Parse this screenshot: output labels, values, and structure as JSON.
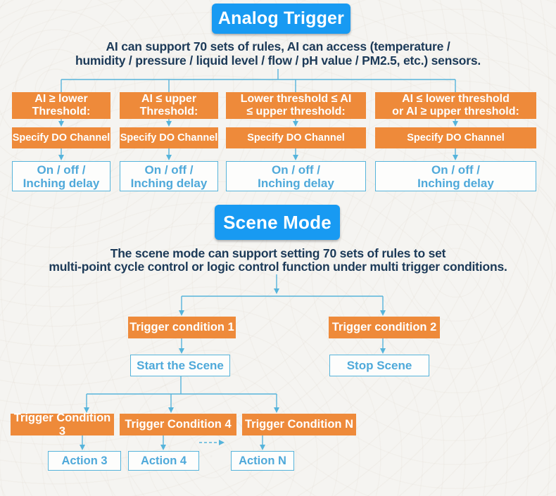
{
  "colors": {
    "header_blue": "#189af2",
    "box_orange": "#ee8a3a",
    "connector_blue": "#56b4db",
    "light_box_text_blue": "#4fa9da",
    "description_navy": "#1c3a58",
    "background": "#f5f4f1"
  },
  "analog": {
    "title": "Analog Trigger",
    "desc": [
      "AI can support 70 sets of rules, AI can access (temperature /",
      "humidity / pressure / liquid level / flow / pH value / PM2.5, etc.) sensors."
    ],
    "columns": [
      {
        "cond": [
          "AI ≥ lower",
          "Threshold:"
        ],
        "do_label": "Specify DO Channel",
        "result": [
          "On / off /",
          "Inching delay"
        ]
      },
      {
        "cond": [
          "AI ≤ upper",
          "Threshold:"
        ],
        "do_label": "Specify DO Channel",
        "result": [
          "On / off /",
          "Inching delay"
        ]
      },
      {
        "cond": [
          "Lower threshold ≤ AI",
          "≤ upper threshold:"
        ],
        "do_label": "Specify DO Channel",
        "result": [
          "On / off /",
          "Inching delay"
        ]
      },
      {
        "cond": [
          "AI ≤ lower threshold",
          "or AI ≥ upper threshold:"
        ],
        "do_label": "Specify DO Channel",
        "result": [
          "On / off /",
          "Inching delay"
        ]
      }
    ]
  },
  "scene": {
    "title": "Scene Mode",
    "desc": [
      "The scene mode can support setting 70 sets of rules to set",
      "multi-point cycle control or logic control function under multi trigger conditions."
    ],
    "nodes": {
      "trigger1": "Trigger condition 1",
      "trigger2": "Trigger condition 2",
      "start": "Start the Scene",
      "stop": "Stop Scene",
      "trigger3": "Trigger Condition 3",
      "trigger4": "Trigger Condition 4",
      "triggerN": "Trigger Condition N",
      "action3": "Action 3",
      "action4": "Action 4",
      "actionN": "Action N"
    }
  }
}
